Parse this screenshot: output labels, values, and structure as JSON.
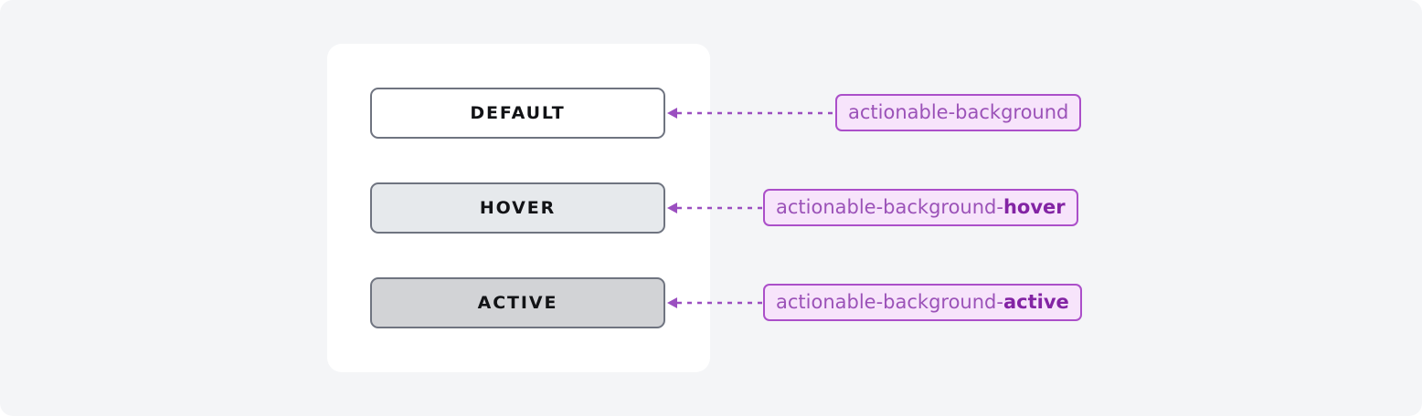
{
  "page": {
    "background_color": "#f4f5f7",
    "card_color": "#ffffff"
  },
  "colors": {
    "button_border": "#6f7480",
    "button_default_fill": "#ffffff",
    "button_hover_fill": "#e6e9ec",
    "button_active_fill": "#d2d3d6",
    "button_label": "#121316",
    "tag_fill": "#f7e4fb",
    "tag_border": "#ab4fc9",
    "tag_text": "#9b52b8",
    "tag_suffix_text": "#8324a4",
    "connector": "#9b4fc0"
  },
  "rows": [
    {
      "state": "default",
      "button_label": "DEFAULT",
      "token_prefix": "actionable-background",
      "token_suffix": "",
      "connector_icon": "left-arrow-dashed-icon"
    },
    {
      "state": "hover",
      "button_label": "HOVER",
      "token_prefix": "actionable-background-",
      "token_suffix": "hover",
      "connector_icon": "left-arrow-dashed-icon"
    },
    {
      "state": "active",
      "button_label": "ACTIVE",
      "token_prefix": "actionable-background-",
      "token_suffix": "active",
      "connector_icon": "left-arrow-dashed-icon"
    }
  ]
}
